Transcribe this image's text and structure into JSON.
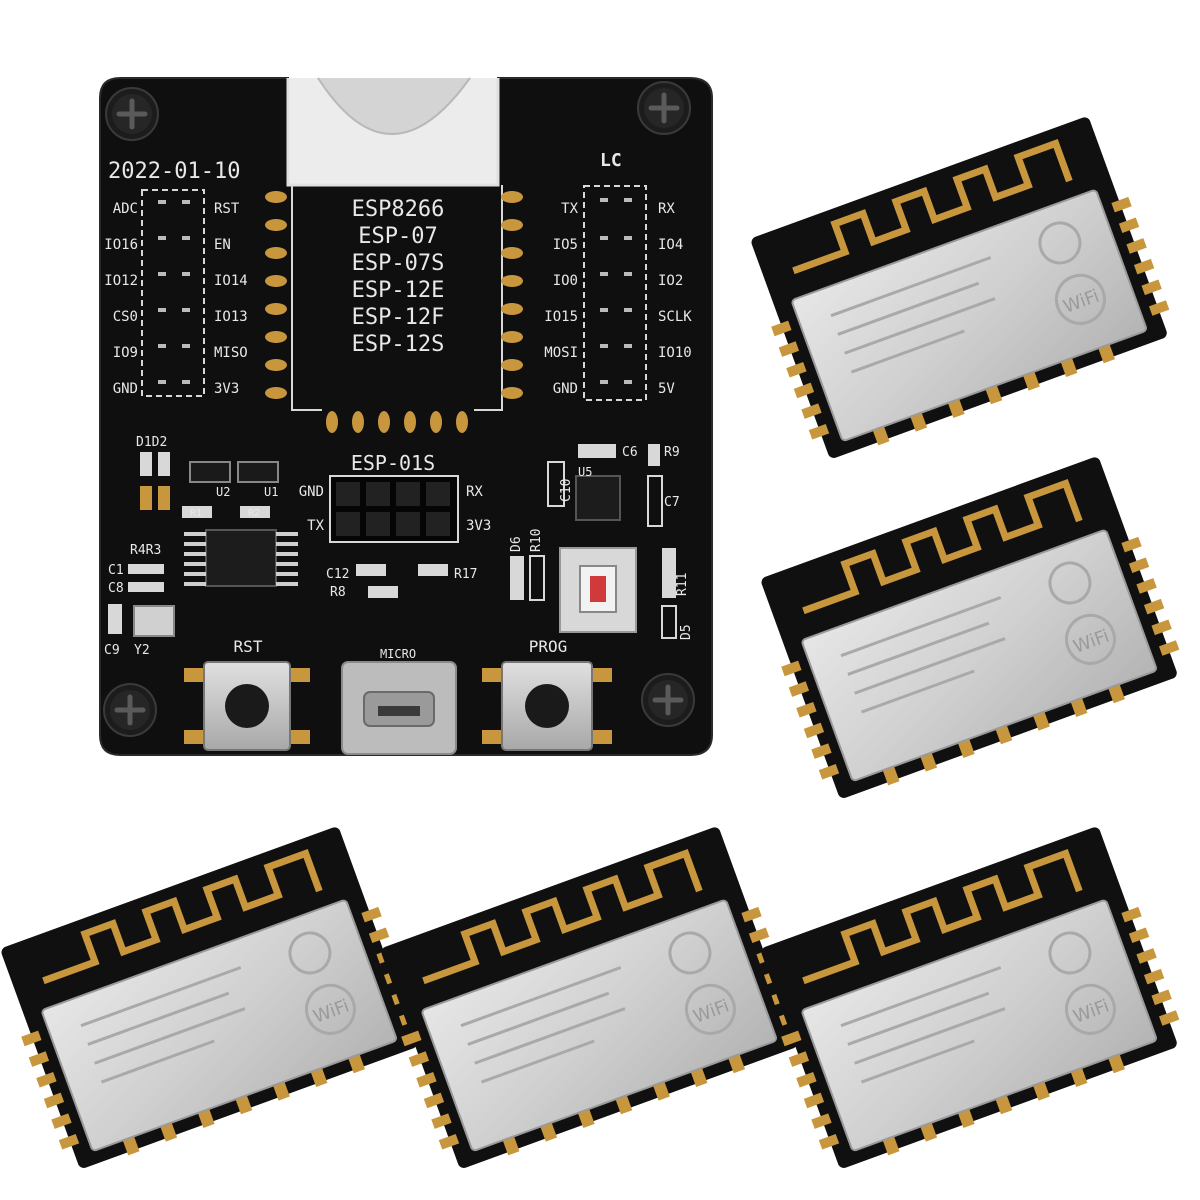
{
  "board": {
    "date": "2022-01-10",
    "logo": "LC",
    "module_list": [
      "ESP8266",
      "ESP-07",
      "ESP-07S",
      "ESP-12E",
      "ESP-12F",
      "ESP-12S"
    ],
    "left_header_left_pins": [
      "ADC",
      "IO16",
      "IO12",
      "CS0",
      "IO9",
      "GND"
    ],
    "left_header_right_pins": [
      "RST",
      "EN",
      "IO14",
      "IO13",
      "MISO",
      "3V3"
    ],
    "right_header_left_pins": [
      "TX",
      "IO5",
      "IO0",
      "IO15",
      "MOSI",
      "GND"
    ],
    "right_header_right_pins": [
      "RX",
      "IO4",
      "IO2",
      "SCLK",
      "IO10",
      "5V"
    ],
    "esp01": {
      "label": "ESP-01S",
      "gnd": "GND",
      "rx": "RX",
      "tx": "TX",
      "v33": "3V3"
    },
    "components": {
      "d1d2": "D1D2",
      "r4r3": "R4R3",
      "c1": "C1",
      "c8": "C8",
      "c9": "C9",
      "y2": "Y2",
      "u2": "U2",
      "u1": "U1",
      "r1": "R1",
      "r2": "R2",
      "c12": "C12",
      "r8": "R8",
      "r17": "R17",
      "c6": "C6",
      "r9": "R9",
      "c7": "C7",
      "u5": "U5",
      "c10": "C10",
      "d6": "D6",
      "r10": "R10",
      "r11": "R11",
      "d5": "D5"
    },
    "buttons": {
      "rst": "RST",
      "prog": "PROG"
    },
    "usb_label": "MICRO"
  },
  "modules": {
    "count": 5,
    "shield_brand": "WiFi"
  },
  "colors": {
    "pcb": "#0f0f0f",
    "silkscreen": "#e8e8e8",
    "gold": "#c8963c",
    "shield": "#cfcfcf"
  }
}
